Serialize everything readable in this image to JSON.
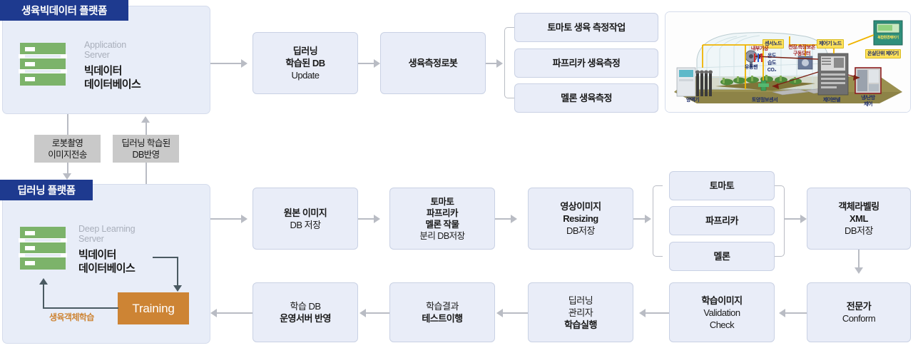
{
  "platforms": {
    "bigdata": {
      "title": "생육빅데이터 플랫폼",
      "server_en": "Application\nServer",
      "server_ko": "빅데이터\n데이터베이스",
      "icon": "server-rack-icon"
    },
    "deeplearning": {
      "title": "딥러닝 플랫폼",
      "server_en": "Deep Learning\nServer",
      "server_ko": "빅데이터\n데이터베이스",
      "icon": "server-rack-icon",
      "training_label": "Training",
      "loop_label": "생육객체학습"
    }
  },
  "chips": [
    {
      "id": "robot-capture",
      "lines": [
        "로봇촬영",
        "이미지전송"
      ]
    },
    {
      "id": "db-reflect",
      "lines": [
        "딥러닝 학습된",
        "DB반영"
      ]
    }
  ],
  "top_row": {
    "nodes": [
      {
        "id": "dl-db-update",
        "lines": [
          {
            "t": "딥러닝",
            "b": true
          },
          {
            "t": "학습된 DB",
            "b": true
          },
          {
            "t": "Update",
            "b": false
          }
        ]
      },
      {
        "id": "growth-robot",
        "lines": [
          {
            "t": "생육측정로봇",
            "b": true
          }
        ]
      }
    ],
    "branch": [
      {
        "id": "tomato-measure-task",
        "lines": [
          {
            "t": "토마토 생육 측정작업",
            "b": true
          }
        ]
      },
      {
        "id": "paprika-measure",
        "lines": [
          {
            "t": "파프리카 생육측정",
            "b": true
          }
        ]
      },
      {
        "id": "melon-measure",
        "lines": [
          {
            "t": "멜론 생육측정",
            "b": true
          }
        ]
      }
    ]
  },
  "mid_row": {
    "nodes": [
      {
        "id": "original-image-db",
        "lines": [
          {
            "t": "원본 이미지",
            "b": true
          },
          {
            "t": "DB 저장",
            "b": false
          }
        ]
      },
      {
        "id": "crop-split-db",
        "lines": [
          {
            "t": "토마토",
            "b": true
          },
          {
            "t": "파프리카",
            "b": true
          },
          {
            "t": "멜론 작물",
            "b": true
          },
          {
            "t": "분리 DB저장",
            "b": false
          }
        ]
      },
      {
        "id": "image-resizing",
        "lines": [
          {
            "t": "영상이미지",
            "b": true
          },
          {
            "t": "Resizing",
            "b": true
          },
          {
            "t": "DB저장",
            "b": false
          }
        ]
      }
    ],
    "branch": [
      {
        "id": "crop-tomato",
        "lines": [
          {
            "t": "토마토",
            "b": true
          }
        ]
      },
      {
        "id": "crop-paprika",
        "lines": [
          {
            "t": "파프리카",
            "b": true
          }
        ]
      },
      {
        "id": "crop-melon",
        "lines": [
          {
            "t": "멜론",
            "b": true
          }
        ]
      }
    ],
    "end_node": {
      "id": "object-labeling-xml",
      "lines": [
        {
          "t": "객체라벨링",
          "b": true
        },
        {
          "t": "XML",
          "b": true
        },
        {
          "t": "DB저장",
          "b": false
        }
      ]
    }
  },
  "bottom_row": {
    "nodes": [
      {
        "id": "expert-conform",
        "lines": [
          {
            "t": "전문가",
            "b": true
          },
          {
            "t": "Conform",
            "b": false
          }
        ]
      },
      {
        "id": "train-image-validation",
        "lines": [
          {
            "t": "학습이미지",
            "b": true
          },
          {
            "t": "Validation",
            "b": false
          },
          {
            "t": "Check",
            "b": false
          }
        ]
      },
      {
        "id": "dl-manager-train",
        "lines": [
          {
            "t": "딥러닝",
            "b": false
          },
          {
            "t": "관리자",
            "b": false
          },
          {
            "t": "학습실행",
            "b": true
          }
        ]
      },
      {
        "id": "train-result-test",
        "lines": [
          {
            "t": "학습결과",
            "b": false
          },
          {
            "t": "테스트이행",
            "b": true
          }
        ]
      },
      {
        "id": "train-db-deploy",
        "lines": [
          {
            "t": "학습 DB",
            "b": false
          },
          {
            "t": "운영서버 반영",
            "b": true
          }
        ]
      }
    ]
  },
  "greenhouse": {
    "name": "greenhouse-sensor-diagram",
    "tags": [
      {
        "id": "sensor-node",
        "text": "센서노드"
      },
      {
        "id": "controller-node",
        "text": "제어기 노드"
      },
      {
        "id": "greenhouse-unit-controller",
        "text": "온실단위 제어기"
      }
    ],
    "captions": [
      {
        "id": "nutrient-machine",
        "text": "양액기"
      },
      {
        "id": "soil-sensor",
        "text": "토양정보센서"
      },
      {
        "id": "control-panel",
        "text": "제어판넬"
      },
      {
        "id": "hvac-control",
        "text": "냉/난방\n제어"
      },
      {
        "id": "circulation-fan",
        "text": "유동팬"
      },
      {
        "id": "internal-weather",
        "text": "내부기상"
      },
      {
        "id": "ceiling-side-insulation",
        "text": "천장.측장보온\n구동모터"
      },
      {
        "id": "temperature",
        "text": "온도"
      },
      {
        "id": "humidity",
        "text": "습도"
      },
      {
        "id": "co2",
        "text": "CO₂"
      },
      {
        "id": "controller-device-label",
        "text": "복합환경제어기"
      }
    ]
  },
  "colors": {
    "panel_header": "#1e3a8f",
    "panel_bg": "#e8edf8",
    "node_bg": "#e9edf8",
    "chip_bg": "#c9c9c9",
    "training_bg": "#cd8434",
    "server_icon": "#7cb36a",
    "connector": "#b9bcc4",
    "loop_connector": "#4a5a62"
  }
}
